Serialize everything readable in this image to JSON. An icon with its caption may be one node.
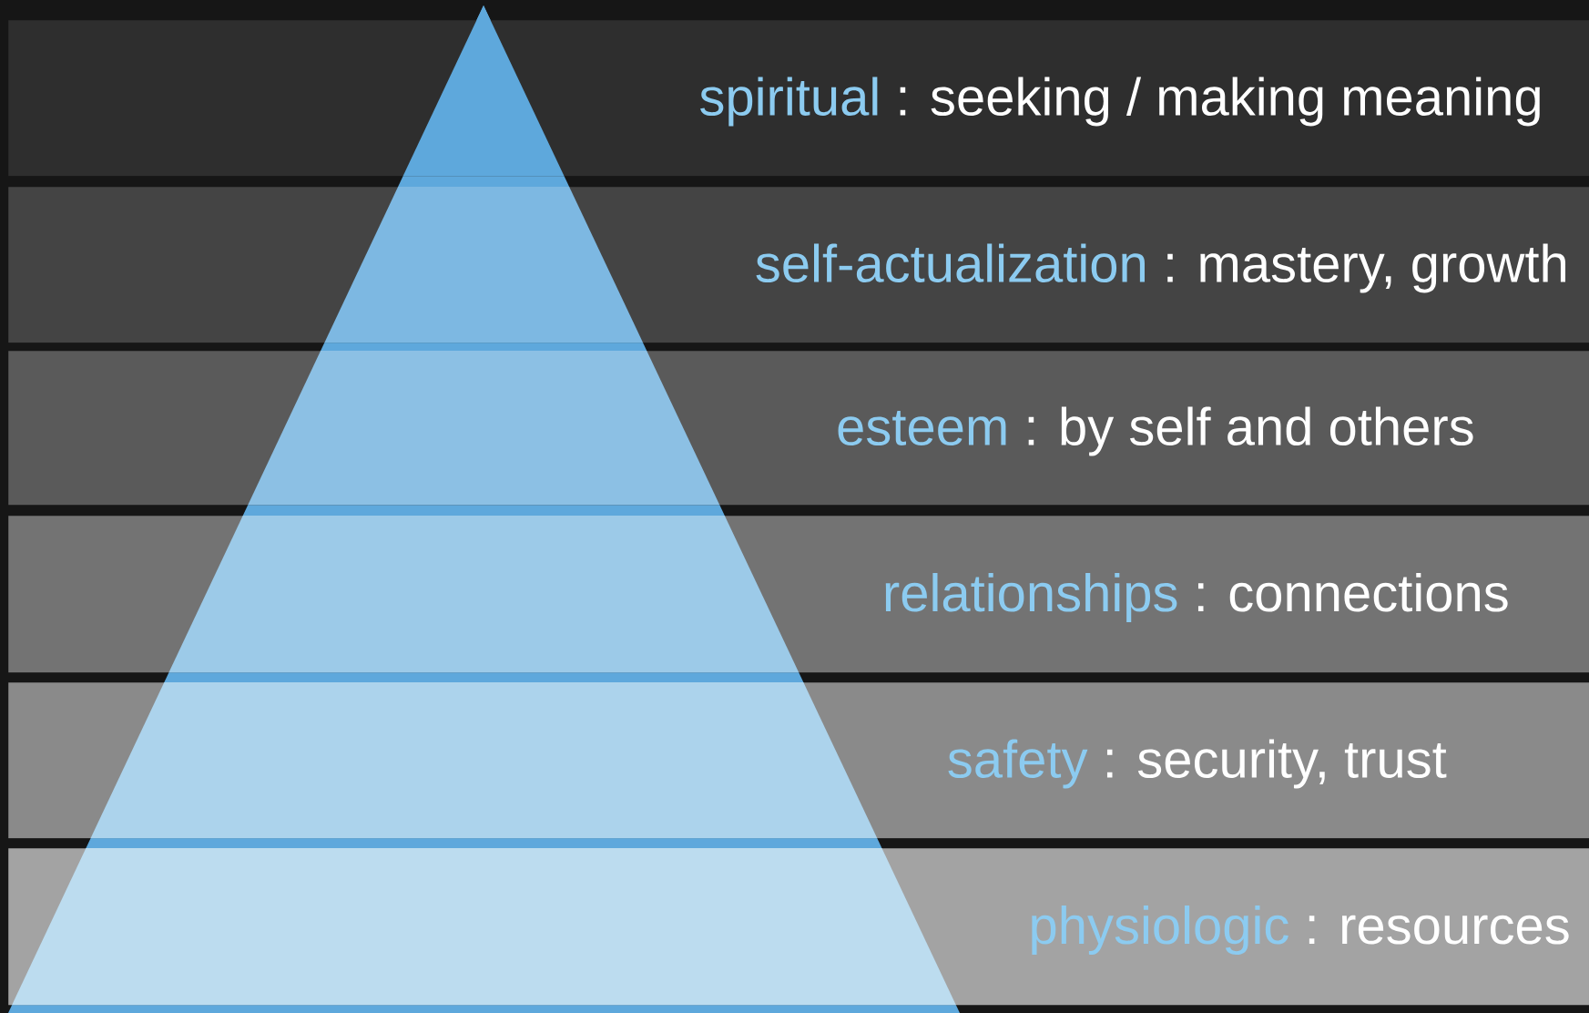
{
  "diagram": {
    "nodes": [
      {
        "text": [
          "spiritual",
          ": seeking / making meaning"
        ]
      },
      {
        "text": [
          "self-actualization",
          ": mastery, growth"
        ]
      },
      {
        "text": [
          "esteem",
          ": by self and others"
        ]
      },
      {
        "text": [
          "relationships",
          ": connections"
        ]
      },
      {
        "text": [
          "safety",
          ": security, trust"
        ]
      },
      {
        "text": [
          "physiologic",
          ": resources"
        ]
      }
    ]
  }
}
